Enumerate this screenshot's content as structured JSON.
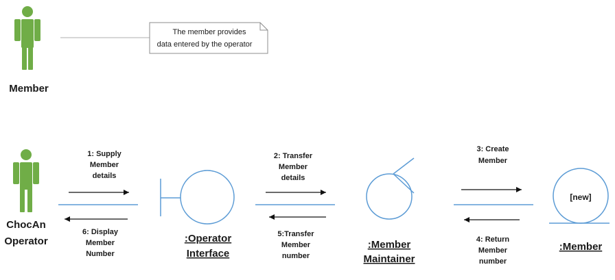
{
  "colors": {
    "actor": "#70ad47",
    "shape": "#5b9bd5",
    "arrow": "#111111",
    "note_border": "#8c8c8c"
  },
  "actors": {
    "member": "Member",
    "operator_line1": "ChocAn",
    "operator_line2": "Operator"
  },
  "note": {
    "line1": "The member provides",
    "line2": "data entered by the operator"
  },
  "objects": {
    "interface_line1": ":Operator",
    "interface_line2": "Interface",
    "maintainer_line1": ":Member",
    "maintainer_line2": "Maintainer",
    "entity": ":Member",
    "entity_tag": "[new]"
  },
  "messages": {
    "m1": [
      "1: Supply",
      "Member",
      "details"
    ],
    "m6": [
      "6: Display",
      "Member",
      "Number"
    ],
    "m2": [
      "2: Transfer",
      "Member",
      "details"
    ],
    "m5": [
      "5:Transfer",
      "Member",
      "number"
    ],
    "m3": [
      "3: Create",
      "Member"
    ],
    "m4": [
      "4: Return",
      "Member",
      "number"
    ]
  }
}
